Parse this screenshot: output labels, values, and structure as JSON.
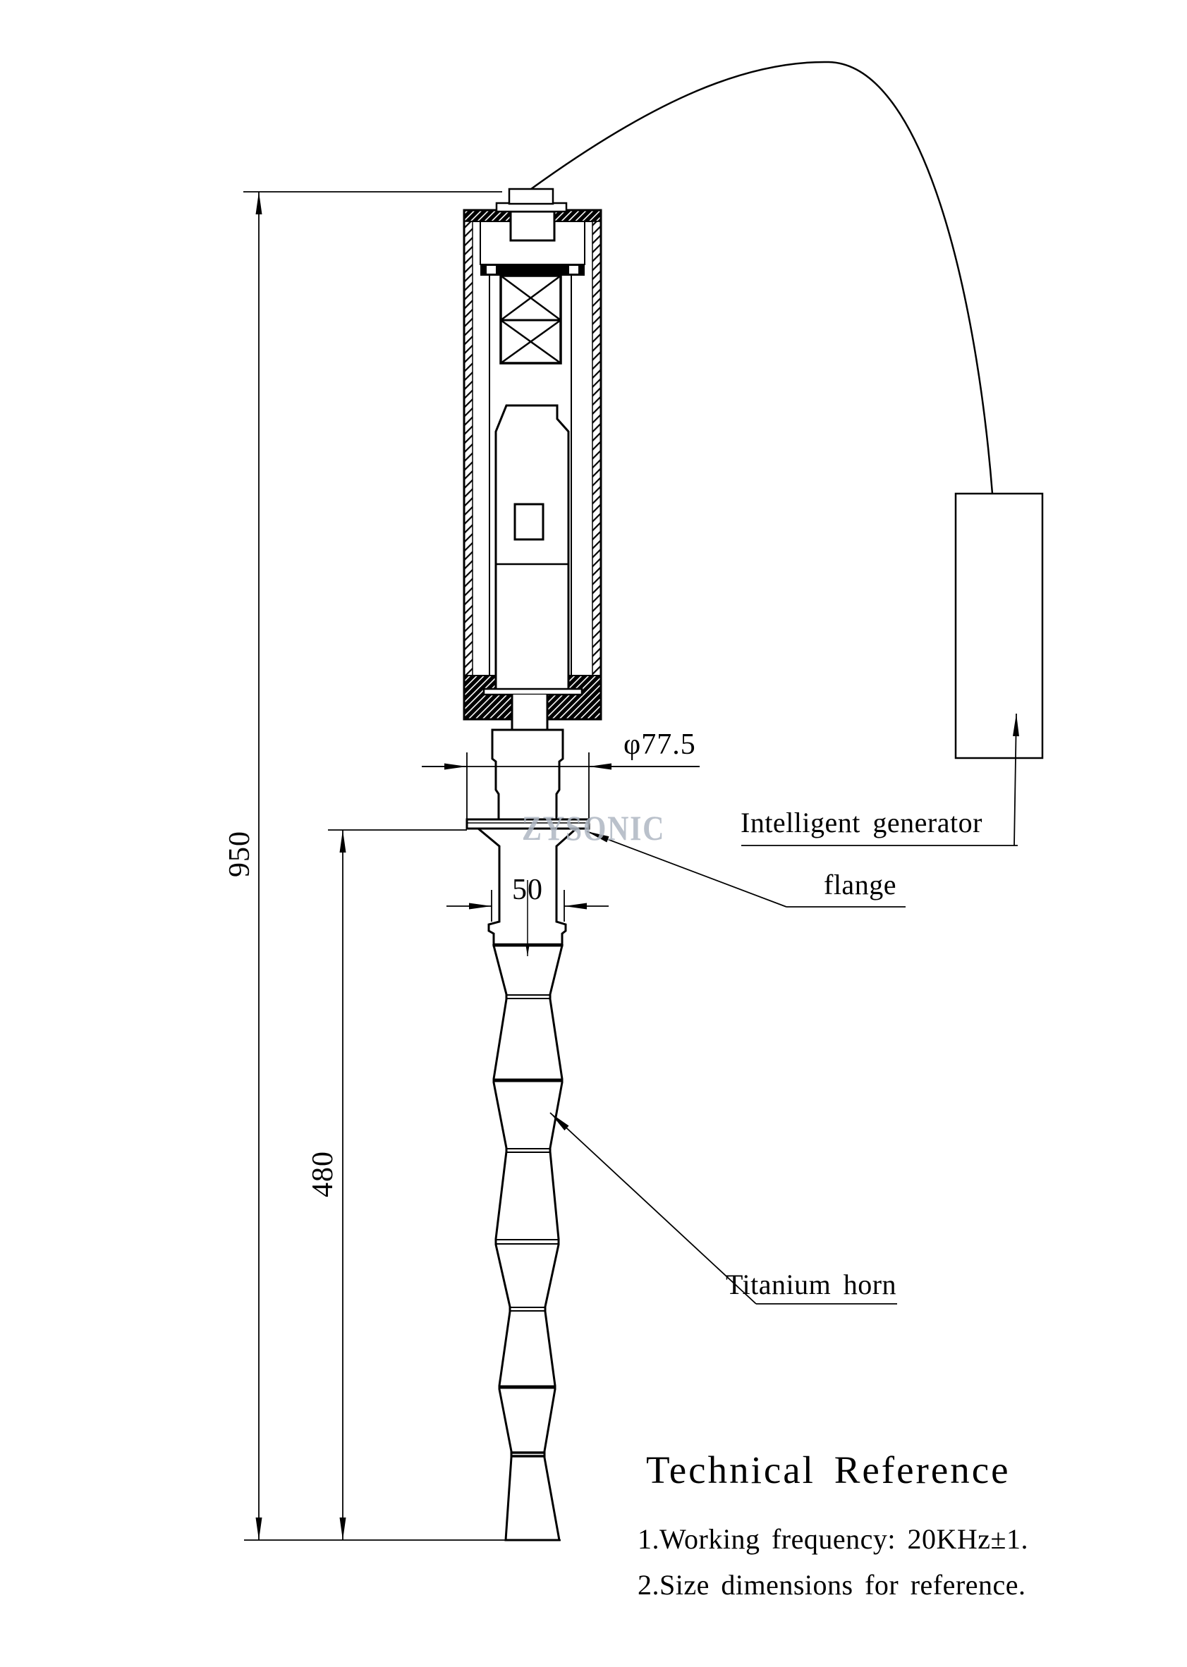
{
  "watermark": "ZYSONIC",
  "dims": {
    "total_height": "950",
    "horn_length": "480",
    "flange_diameter": "φ77.5",
    "joint_diameter": "50"
  },
  "labels": {
    "generator": "Intelligent generator",
    "flange": "flange",
    "horn": "Titanium horn"
  },
  "tech": {
    "title": "Technical Reference",
    "items": [
      "1.Working frequency: 20KHz±1.",
      "2.Size dimensions for reference."
    ]
  },
  "colors": {
    "line": "#000000",
    "watermark": "#aeb7c2",
    "background": "#ffffff"
  }
}
